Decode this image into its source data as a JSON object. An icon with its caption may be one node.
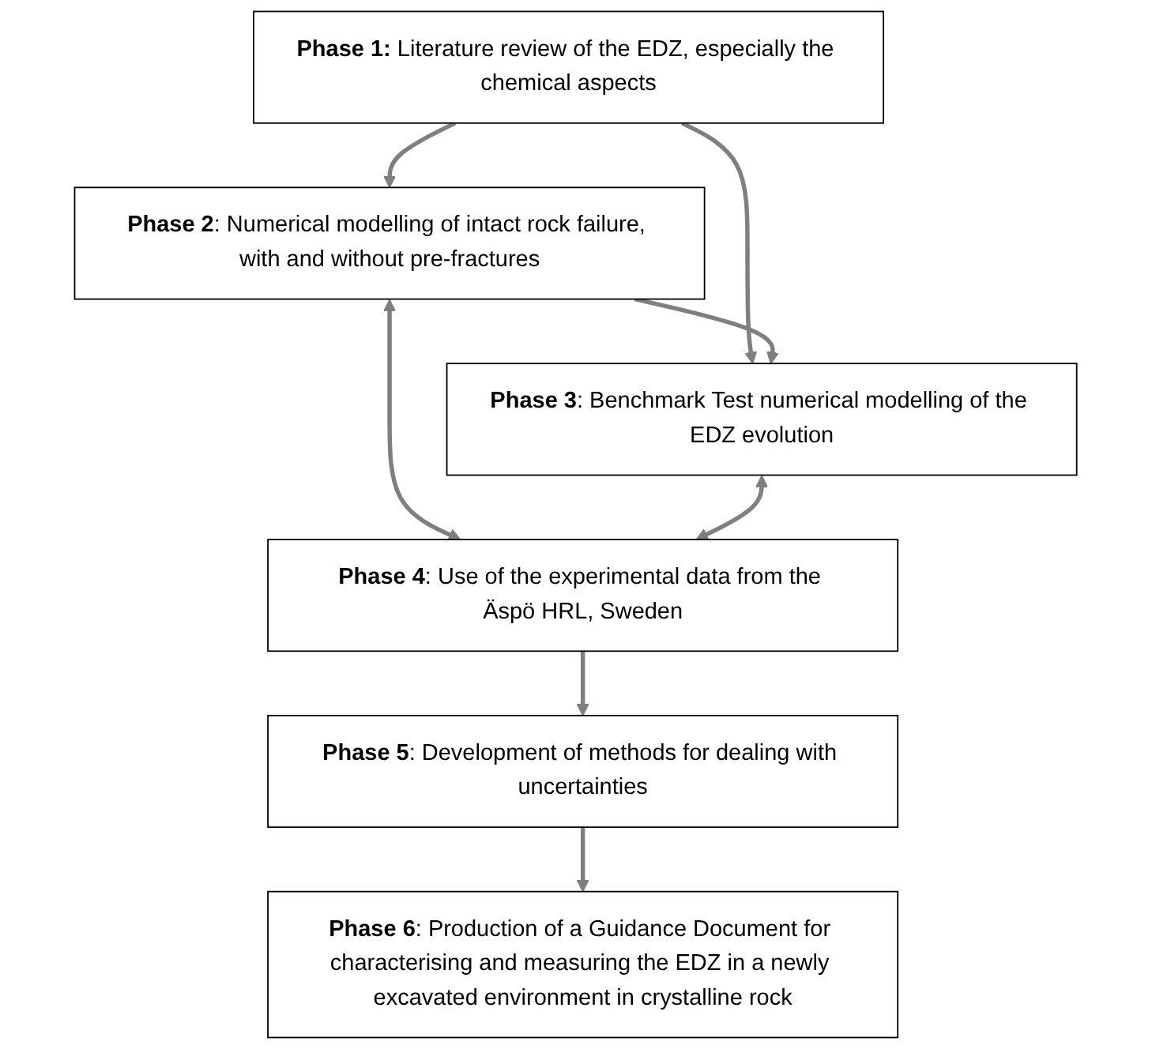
{
  "diagram": {
    "nodes": [
      {
        "text": [
          "**Phase 1:** Literature review of the EDZ, especially the chemical aspects"
        ]
      },
      {
        "text": [
          "**Phase 2**: Numerical modelling of intact rock failure, with and without pre-fractures"
        ]
      },
      {
        "text": [
          "**Phase 3**: Benchmark Test numerical modelling of the EDZ evolution"
        ]
      },
      {
        "text": [
          "**Phase 4**: Use of the experimental data from the Äspö HRL, Sweden"
        ]
      },
      {
        "text": [
          "**Phase 5**: Development of methods for dealing with uncertainties"
        ]
      },
      {
        "text": [
          "**Phase 6**: Production of a Guidance Document for characterising and measuring the EDZ in a newly excavated environment in crystalline rock"
        ]
      }
    ],
    "edges": [
      {
        "from": 0,
        "to": 1,
        "arrow": "to"
      },
      {
        "from": 0,
        "to": 2,
        "arrow": "to"
      },
      {
        "from": 1,
        "to": 2,
        "arrow": "to"
      },
      {
        "from": 1,
        "to": 3,
        "arrow": "both"
      },
      {
        "from": 2,
        "to": 3,
        "arrow": "both"
      },
      {
        "from": 3,
        "to": 4,
        "arrow": "to"
      },
      {
        "from": 4,
        "to": 5,
        "arrow": "to"
      }
    ]
  }
}
